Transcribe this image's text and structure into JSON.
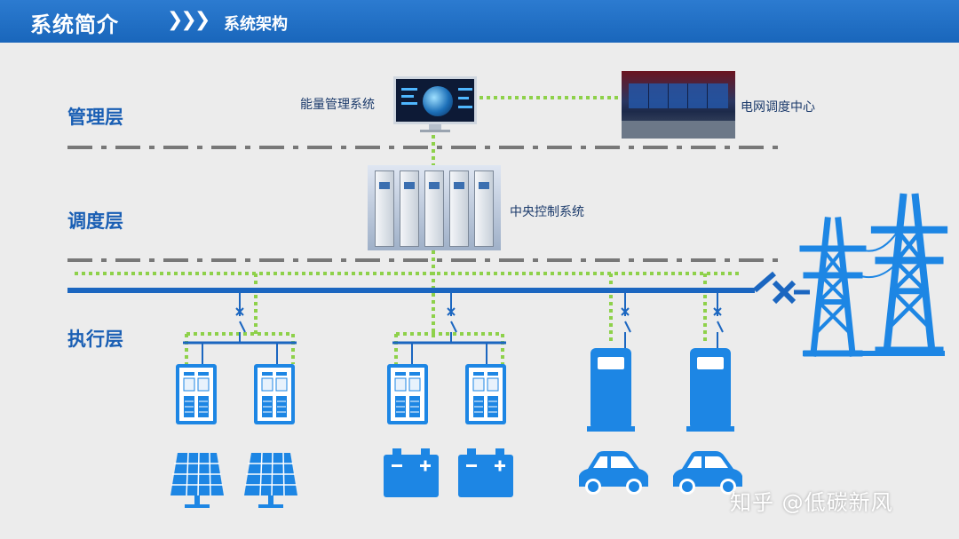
{
  "header": {
    "title": "系统简介",
    "arrows": "❯❯❯",
    "subtitle": "系统架构"
  },
  "layers": {
    "management": "管理层",
    "dispatch": "调度层",
    "execution": "执行层"
  },
  "nodes": {
    "energy_management": "能量管理系统",
    "grid_dispatch_center": "电网调度中心",
    "central_control": "中央控制系统"
  },
  "watermark": "知乎 @低碳新风",
  "colors": {
    "accent_blue": "#1b86e0",
    "bus_blue": "#1b66c0",
    "signal_green": "#8ed14a",
    "divider_gray": "#777777"
  },
  "icons": {
    "pv_group": [
      "solar-panel-icon",
      "solar-panel-icon"
    ],
    "battery_group": [
      "battery-icon",
      "battery-icon"
    ],
    "ev_group": [
      "charging-pile-icon",
      "electric-car-icon"
    ],
    "grid": "transmission-tower-icon"
  }
}
